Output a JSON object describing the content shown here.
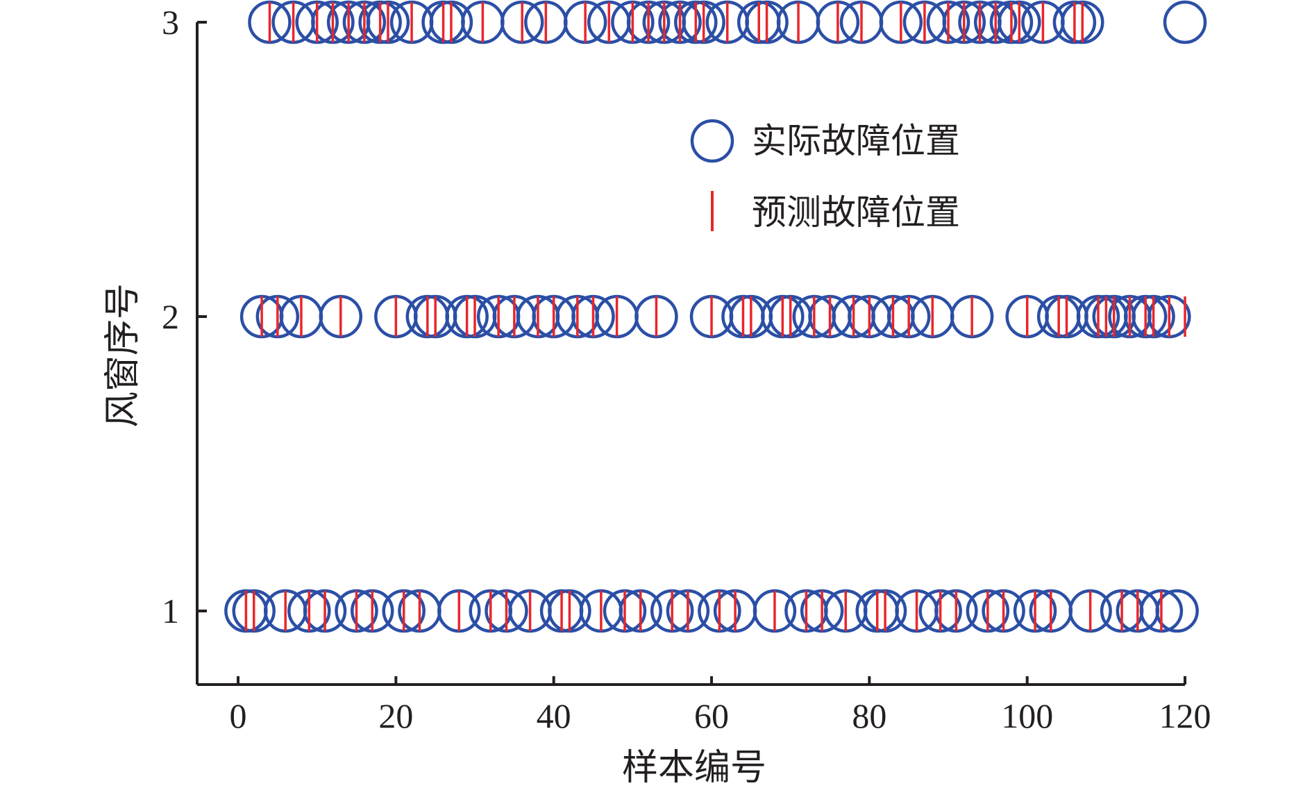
{
  "chart_data": {
    "type": "scatter",
    "title": "",
    "xlabel": "样本编号",
    "ylabel": "风窗序号",
    "xlim": [
      -5,
      120
    ],
    "ylim": [
      0.75,
      3
    ],
    "x_ticks": [
      0,
      20,
      40,
      60,
      80,
      100,
      120
    ],
    "y_ticks": [
      1,
      2,
      3
    ],
    "grid": false,
    "legend_position": "top-right",
    "colors": {
      "actual": "#2b4fa6",
      "predicted": "#e8262b",
      "axis": "#231f20"
    },
    "series": [
      {
        "name": "实际故障位置",
        "marker": "open-circle",
        "points": [
          [
            1,
            1
          ],
          [
            2,
            1
          ],
          [
            6,
            1
          ],
          [
            9,
            1
          ],
          [
            11,
            1
          ],
          [
            15,
            1
          ],
          [
            17,
            1
          ],
          [
            21,
            1
          ],
          [
            23,
            1
          ],
          [
            28,
            1
          ],
          [
            32,
            1
          ],
          [
            34,
            1
          ],
          [
            37,
            1
          ],
          [
            41,
            1
          ],
          [
            42,
            1
          ],
          [
            46,
            1
          ],
          [
            49,
            1
          ],
          [
            51,
            1
          ],
          [
            55,
            1
          ],
          [
            57,
            1
          ],
          [
            61,
            1
          ],
          [
            63,
            1
          ],
          [
            68,
            1
          ],
          [
            72,
            1
          ],
          [
            74,
            1
          ],
          [
            77,
            1
          ],
          [
            81,
            1
          ],
          [
            82,
            1
          ],
          [
            86,
            1
          ],
          [
            89,
            1
          ],
          [
            91,
            1
          ],
          [
            95,
            1
          ],
          [
            97,
            1
          ],
          [
            101,
            1
          ],
          [
            103,
            1
          ],
          [
            108,
            1
          ],
          [
            112,
            1
          ],
          [
            114,
            1
          ],
          [
            117,
            1
          ],
          [
            119,
            1
          ],
          [
            3,
            2
          ],
          [
            5,
            2
          ],
          [
            8,
            2
          ],
          [
            13,
            2
          ],
          [
            20,
            2
          ],
          [
            24,
            2
          ],
          [
            25,
            2
          ],
          [
            29,
            2
          ],
          [
            30,
            2
          ],
          [
            33,
            2
          ],
          [
            35,
            2
          ],
          [
            38,
            2
          ],
          [
            40,
            2
          ],
          [
            43,
            2
          ],
          [
            45,
            2
          ],
          [
            48,
            2
          ],
          [
            53,
            2
          ],
          [
            60,
            2
          ],
          [
            64,
            2
          ],
          [
            65,
            2
          ],
          [
            69,
            2
          ],
          [
            70,
            2
          ],
          [
            73,
            2
          ],
          [
            75,
            2
          ],
          [
            78,
            2
          ],
          [
            80,
            2
          ],
          [
            83,
            2
          ],
          [
            85,
            2
          ],
          [
            88,
            2
          ],
          [
            93,
            2
          ],
          [
            100,
            2
          ],
          [
            104,
            2
          ],
          [
            105,
            2
          ],
          [
            109,
            2
          ],
          [
            110,
            2
          ],
          [
            111,
            2
          ],
          [
            113,
            2
          ],
          [
            115,
            2
          ],
          [
            116,
            2
          ],
          [
            118,
            2
          ],
          [
            4,
            3
          ],
          [
            7,
            3
          ],
          [
            10,
            3
          ],
          [
            12,
            3
          ],
          [
            14,
            3
          ],
          [
            16,
            3
          ],
          [
            18,
            3
          ],
          [
            19,
            3
          ],
          [
            22,
            3
          ],
          [
            26,
            3
          ],
          [
            27,
            3
          ],
          [
            31,
            3
          ],
          [
            36,
            3
          ],
          [
            39,
            3
          ],
          [
            44,
            3
          ],
          [
            47,
            3
          ],
          [
            50,
            3
          ],
          [
            52,
            3
          ],
          [
            54,
            3
          ],
          [
            56,
            3
          ],
          [
            58,
            3
          ],
          [
            59,
            3
          ],
          [
            62,
            3
          ],
          [
            66,
            3
          ],
          [
            67,
            3
          ],
          [
            71,
            3
          ],
          [
            76,
            3
          ],
          [
            79,
            3
          ],
          [
            84,
            3
          ],
          [
            87,
            3
          ],
          [
            90,
            3
          ],
          [
            92,
            3
          ],
          [
            94,
            3
          ],
          [
            96,
            3
          ],
          [
            98,
            3
          ],
          [
            99,
            3
          ],
          [
            102,
            3
          ],
          [
            106,
            3
          ],
          [
            107,
            3
          ],
          [
            120,
            3
          ]
        ]
      },
      {
        "name": "预测故障位置",
        "marker": "vertical-line",
        "points": [
          [
            1,
            1
          ],
          [
            2,
            1
          ],
          [
            6,
            1
          ],
          [
            9,
            1
          ],
          [
            11,
            1
          ],
          [
            15,
            1
          ],
          [
            17,
            1
          ],
          [
            21,
            1
          ],
          [
            23,
            1
          ],
          [
            28,
            1
          ],
          [
            32,
            1
          ],
          [
            34,
            1
          ],
          [
            37,
            1
          ],
          [
            41,
            1
          ],
          [
            42,
            1
          ],
          [
            46,
            1
          ],
          [
            49,
            1
          ],
          [
            51,
            1
          ],
          [
            55,
            1
          ],
          [
            57,
            1
          ],
          [
            61,
            1
          ],
          [
            63,
            1
          ],
          [
            68,
            1
          ],
          [
            72,
            1
          ],
          [
            74,
            1
          ],
          [
            77,
            1
          ],
          [
            81,
            1
          ],
          [
            82,
            1
          ],
          [
            86,
            1
          ],
          [
            89,
            1
          ],
          [
            91,
            1
          ],
          [
            95,
            1
          ],
          [
            97,
            1
          ],
          [
            101,
            1
          ],
          [
            103,
            1
          ],
          [
            108,
            1
          ],
          [
            112,
            1
          ],
          [
            114,
            1
          ],
          [
            117,
            1
          ],
          [
            3,
            2
          ],
          [
            5,
            2
          ],
          [
            8,
            2
          ],
          [
            13,
            2
          ],
          [
            20,
            2
          ],
          [
            24,
            2
          ],
          [
            25,
            2
          ],
          [
            29,
            2
          ],
          [
            30,
            2
          ],
          [
            33,
            2
          ],
          [
            35,
            2
          ],
          [
            38,
            2
          ],
          [
            40,
            2
          ],
          [
            43,
            2
          ],
          [
            45,
            2
          ],
          [
            48,
            2
          ],
          [
            53,
            2
          ],
          [
            60,
            2
          ],
          [
            64,
            2
          ],
          [
            65,
            2
          ],
          [
            69,
            2
          ],
          [
            70,
            2
          ],
          [
            73,
            2
          ],
          [
            75,
            2
          ],
          [
            78,
            2
          ],
          [
            80,
            2
          ],
          [
            83,
            2
          ],
          [
            85,
            2
          ],
          [
            88,
            2
          ],
          [
            93,
            2
          ],
          [
            100,
            2
          ],
          [
            104,
            2
          ],
          [
            105,
            2
          ],
          [
            109,
            2
          ],
          [
            110,
            2
          ],
          [
            111,
            2
          ],
          [
            113,
            2
          ],
          [
            115,
            2
          ],
          [
            116,
            2
          ],
          [
            118,
            2
          ],
          [
            120,
            2
          ],
          [
            4,
            3
          ],
          [
            7,
            3
          ],
          [
            10,
            3
          ],
          [
            12,
            3
          ],
          [
            14,
            3
          ],
          [
            16,
            3
          ],
          [
            18,
            3
          ],
          [
            19,
            3
          ],
          [
            22,
            3
          ],
          [
            26,
            3
          ],
          [
            27,
            3
          ],
          [
            31,
            3
          ],
          [
            36,
            3
          ],
          [
            39,
            3
          ],
          [
            44,
            3
          ],
          [
            47,
            3
          ],
          [
            50,
            3
          ],
          [
            52,
            3
          ],
          [
            54,
            3
          ],
          [
            56,
            3
          ],
          [
            58,
            3
          ],
          [
            59,
            3
          ],
          [
            62,
            3
          ],
          [
            66,
            3
          ],
          [
            67,
            3
          ],
          [
            71,
            3
          ],
          [
            76,
            3
          ],
          [
            79,
            3
          ],
          [
            84,
            3
          ],
          [
            87,
            3
          ],
          [
            90,
            3
          ],
          [
            92,
            3
          ],
          [
            94,
            3
          ],
          [
            96,
            3
          ],
          [
            98,
            3
          ],
          [
            99,
            3
          ],
          [
            102,
            3
          ],
          [
            106,
            3
          ],
          [
            107,
            3
          ]
        ]
      }
    ]
  }
}
